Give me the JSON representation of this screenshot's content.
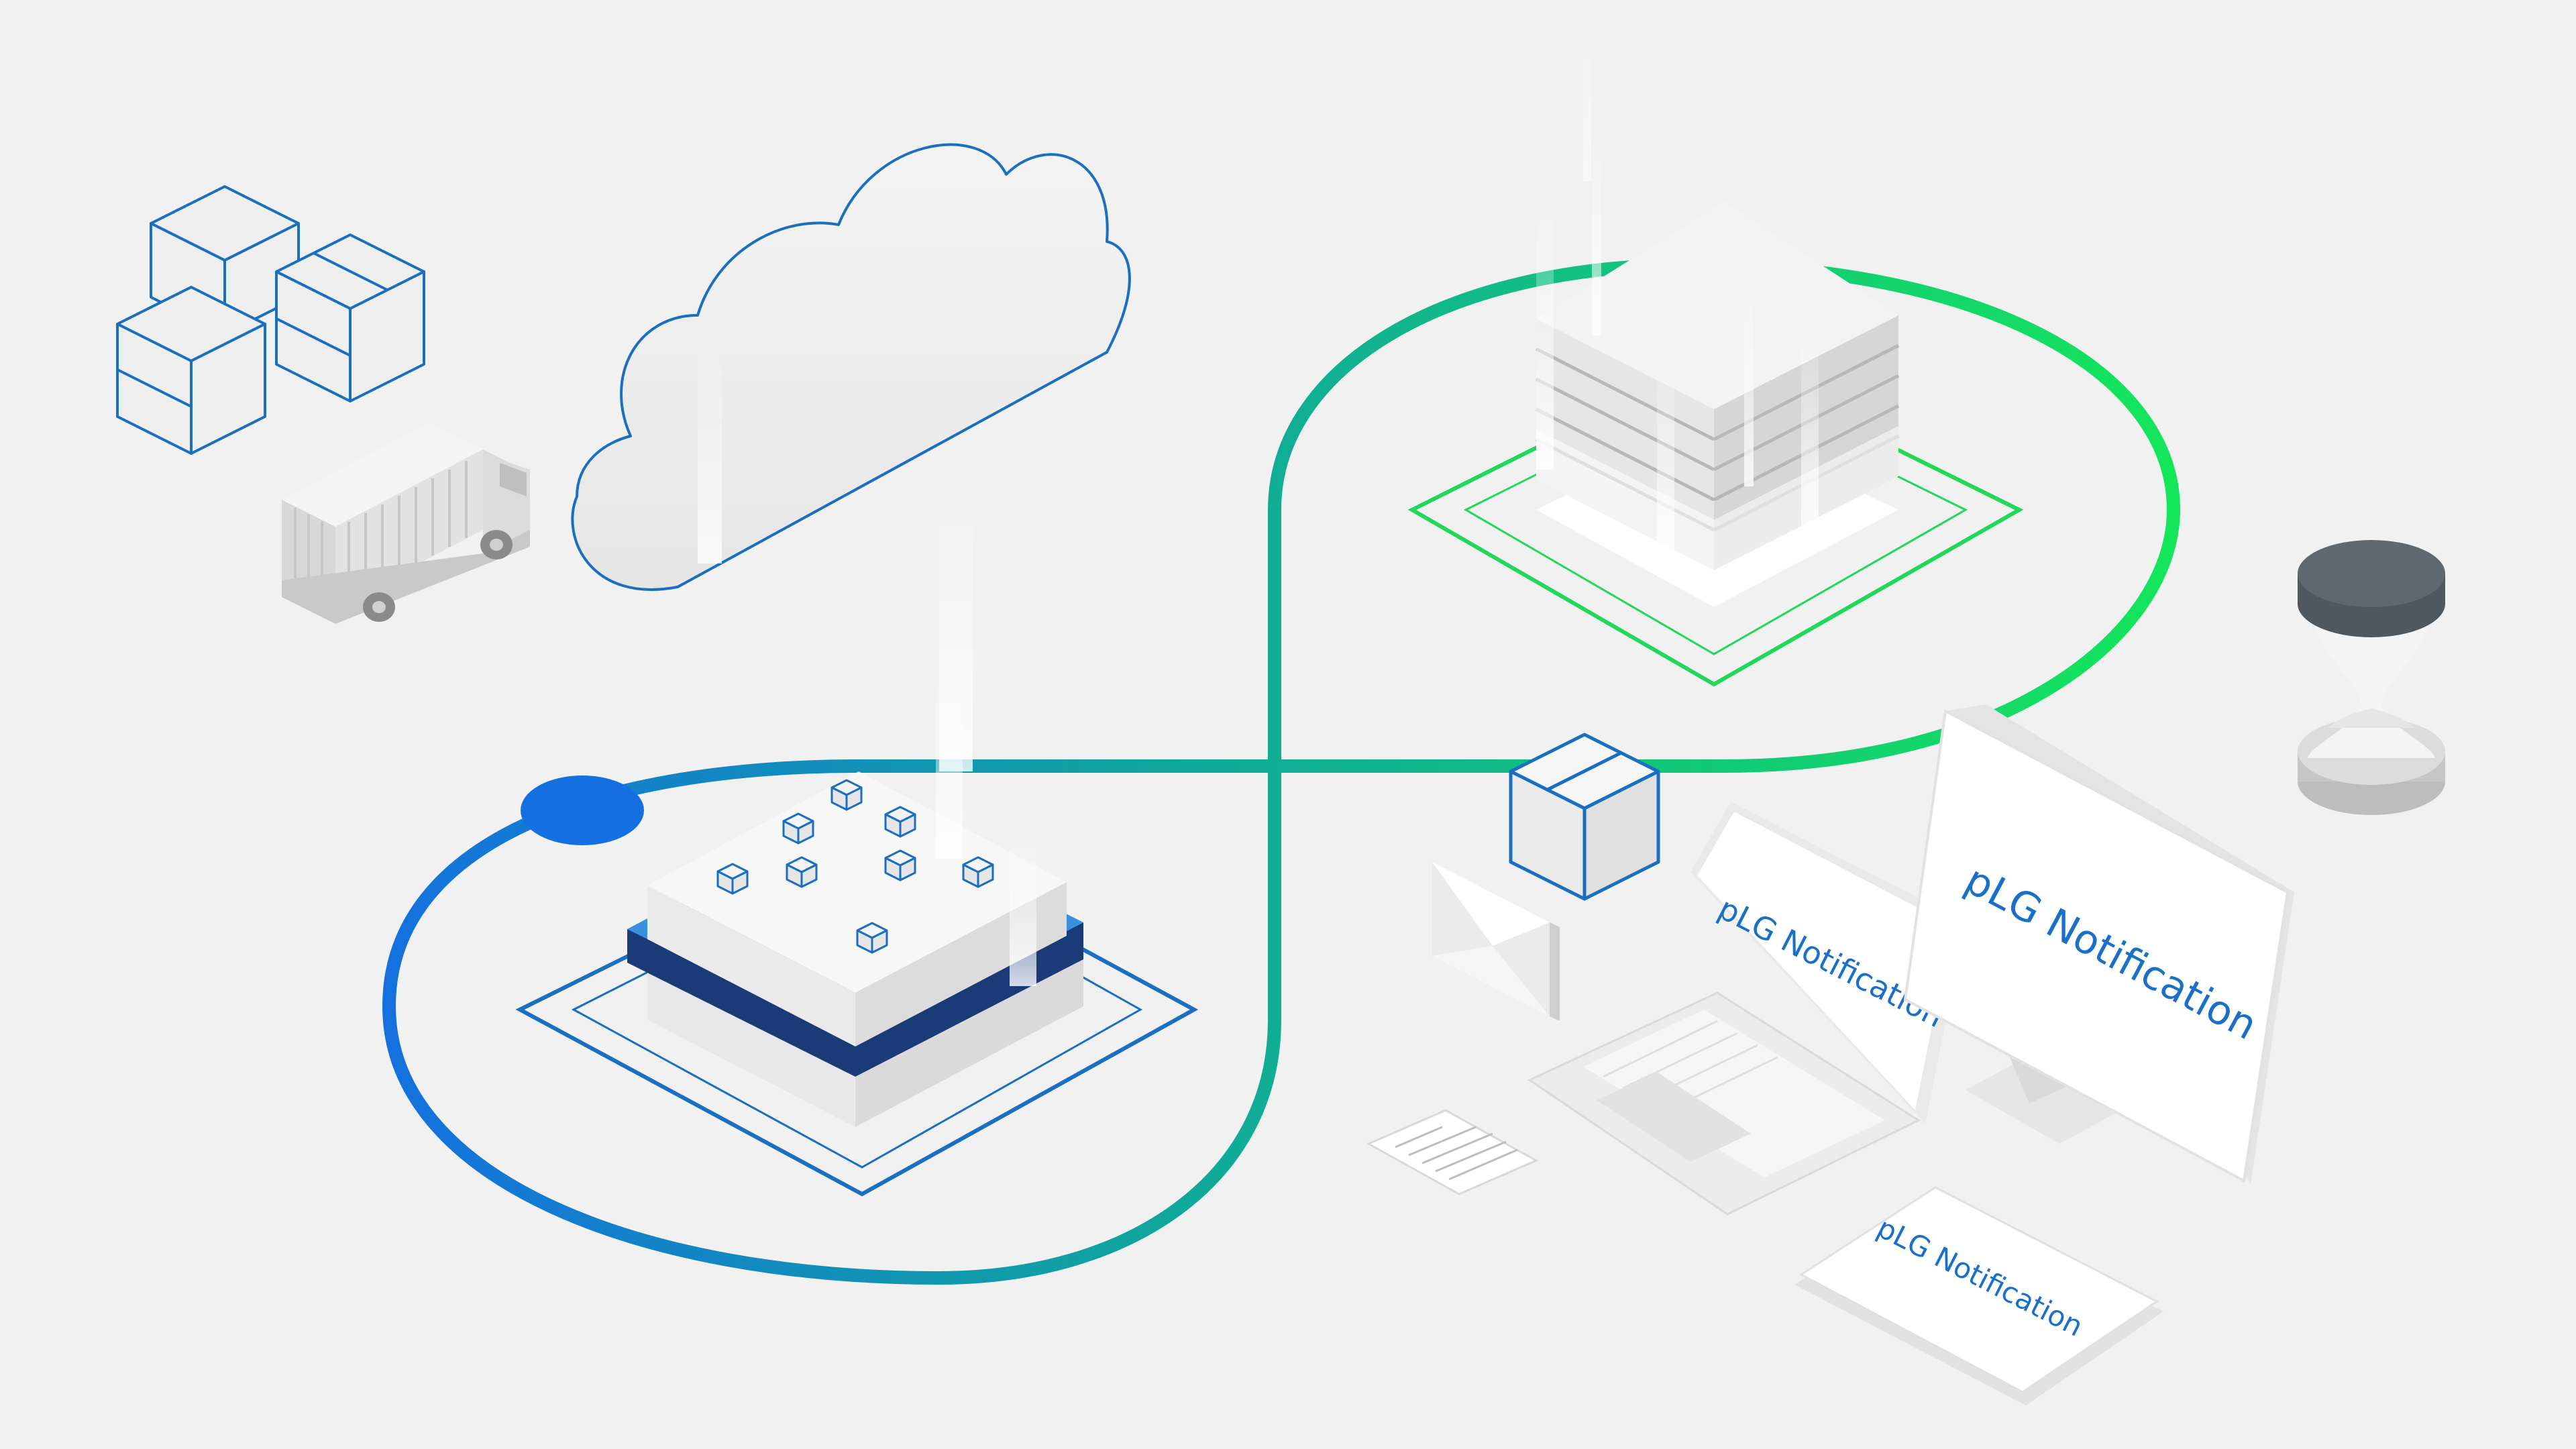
{
  "scene": {
    "background": "#f1f1f1",
    "colors": {
      "loop_blue": "#1470e0",
      "loop_teal": "#10a89a",
      "loop_green": "#14e65a",
      "outline_blue": "#1a6fc0",
      "platform_green": "#22d75a",
      "navy": "#1a3a78",
      "hourglass_cap": "#5f6870",
      "text_blue": "#1a6fc8",
      "text_green": "#1fd45a"
    },
    "icons": [
      "box-cluster-icon",
      "delivery-truck-icon",
      "cloud-icon",
      "warehouse-platform-icon",
      "building-platform-icon",
      "package-box-icon",
      "envelope-icon",
      "laptop-icon",
      "monitor-icon",
      "tablet-icon",
      "paper-document-icon",
      "hourglass-icon"
    ]
  },
  "notifications": {
    "laptop_text": "pLG Notification",
    "monitor_text": "pLG Notification",
    "tablet_text": "pLG Notification"
  }
}
